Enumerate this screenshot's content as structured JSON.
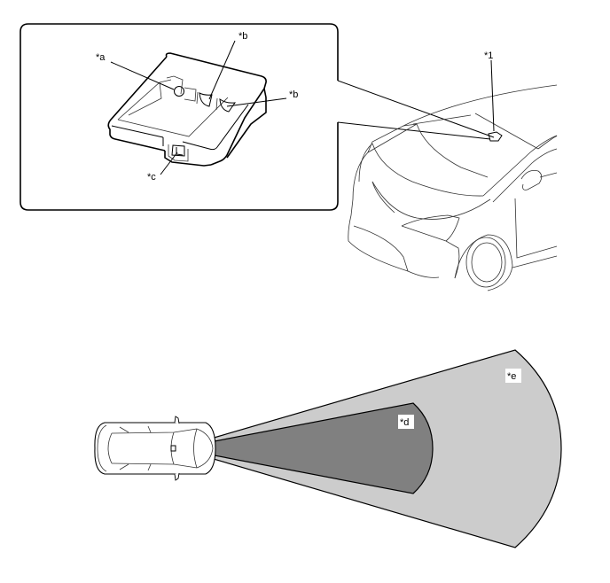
{
  "diagram": {
    "type": "technical-illustration",
    "subject": "forward recognition sensor location and detection range",
    "inset": {
      "callouts": [
        {
          "id": "a",
          "label": "*a"
        },
        {
          "id": "b1",
          "label": "*b"
        },
        {
          "id": "b2",
          "label": "*b"
        },
        {
          "id": "c",
          "label": "*c"
        }
      ]
    },
    "vehicle_view": {
      "callouts": [
        {
          "id": "1",
          "label": "*1"
        }
      ]
    },
    "detection_range": {
      "callouts": [
        {
          "id": "d",
          "label": "*d",
          "fill": "#808080"
        },
        {
          "id": "e",
          "label": "*e",
          "fill": "#cccccc"
        }
      ]
    }
  },
  "colors": {
    "outer_range": "#cccccc",
    "inner_range": "#808080",
    "line": "#000000",
    "background": "#ffffff"
  }
}
